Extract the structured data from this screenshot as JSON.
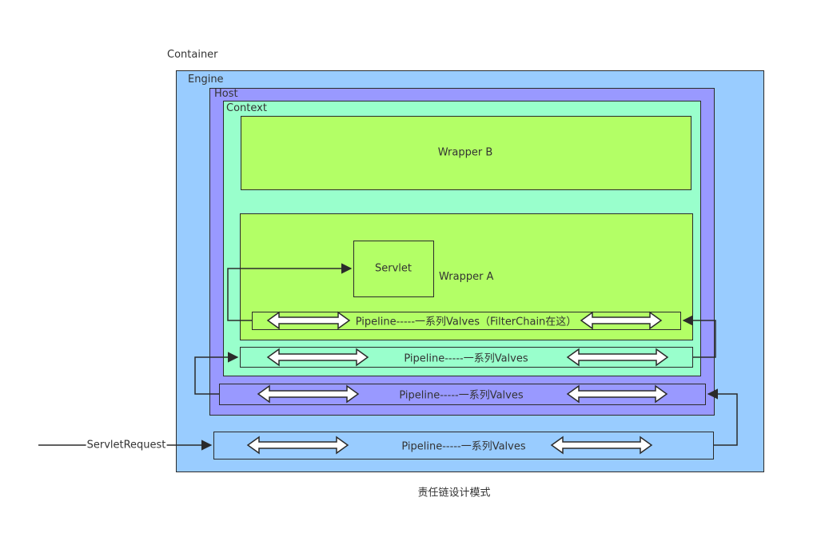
{
  "labels": {
    "container": "Container",
    "engine": "Engine",
    "host": "Host",
    "context": "Context",
    "wrapper_b": "Wrapper  B",
    "wrapper_a": "Wrapper A",
    "servlet": "Servlet",
    "servlet_request": "ServletRequest",
    "caption": "责任链设计模式"
  },
  "pipelines": {
    "wrapper": "Pipeline-----一系列Valves（FilterChain在这）",
    "context": "Pipeline-----一系列Valves",
    "host": "Pipeline-----一系列Valves",
    "engine": "Pipeline-----一系列Valves"
  },
  "colors": {
    "engine": "#99ccff",
    "host": "#9999ff",
    "context": "#99ffcc",
    "wrapper": "#b3ff66",
    "line": "#2b2b2b"
  }
}
